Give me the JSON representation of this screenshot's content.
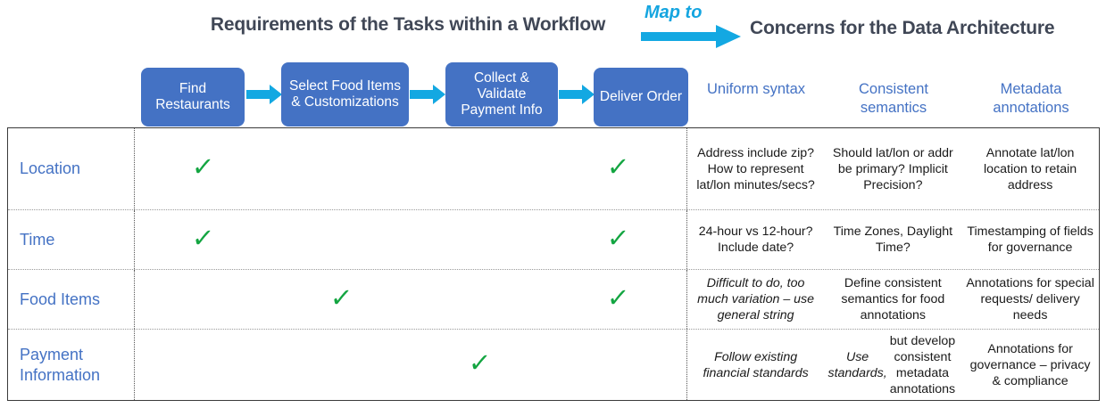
{
  "header": {
    "left_title": "Requirements of the Tasks within a Workflow",
    "map_to_label": "Map to",
    "right_title": "Concerns for the Data Architecture",
    "arrow_icon": "right-arrow-icon"
  },
  "colors": {
    "process_box": "#4472C4",
    "arrow": "#14A5E0",
    "heading_text": "#404756",
    "accent_blue": "#4472C4",
    "check_green": "#13A541"
  },
  "workflow": {
    "steps": [
      {
        "label": "Find Restaurants"
      },
      {
        "label": "Select Food Items & Customizations"
      },
      {
        "label": "Collect & Validate Payment Info"
      },
      {
        "label": "Deliver Order"
      }
    ],
    "connector_count": 3
  },
  "table": {
    "concern_headers": [
      "Uniform syntax",
      "Consistent semantics",
      "Metadata annotations"
    ],
    "check_glyph": "✓",
    "rows": [
      {
        "label": "Location",
        "checks": [
          true,
          false,
          false,
          true
        ],
        "concerns": [
          {
            "text": "Address include zip? How to represent lat/lon minutes/secs?",
            "italic": false
          },
          {
            "text": "Should lat/lon or addr be primary? Implicit Precision?",
            "italic": false
          },
          {
            "text": "Annotate lat/lon location to retain address",
            "italic": false
          }
        ]
      },
      {
        "label": "Time",
        "checks": [
          true,
          false,
          false,
          true
        ],
        "concerns": [
          {
            "text": "24-hour vs 12-hour? Include date?",
            "italic": false
          },
          {
            "text": "Time Zones, Daylight Time?",
            "italic": false
          },
          {
            "text": "Timestamping of fields for governance",
            "italic": false
          }
        ]
      },
      {
        "label": "Food Items",
        "checks": [
          false,
          true,
          false,
          true
        ],
        "concerns": [
          {
            "text": "Difficult to do, too much variation – use general string",
            "italic": true
          },
          {
            "text": "Define consistent semantics for food annotations",
            "italic": false
          },
          {
            "text": "Annotations for special requests/ delivery needs",
            "italic": false
          }
        ]
      },
      {
        "label": "Payment Information",
        "checks": [
          false,
          false,
          true,
          false
        ],
        "concerns": [
          {
            "text": "Follow existing financial standards",
            "italic": true
          },
          {
            "text": "Use standards, but develop consistent metadata annotations",
            "italic": false,
            "italic_prefix": "Use standards,"
          },
          {
            "text": "Annotations for governance – privacy & compliance",
            "italic": false
          }
        ]
      }
    ]
  }
}
